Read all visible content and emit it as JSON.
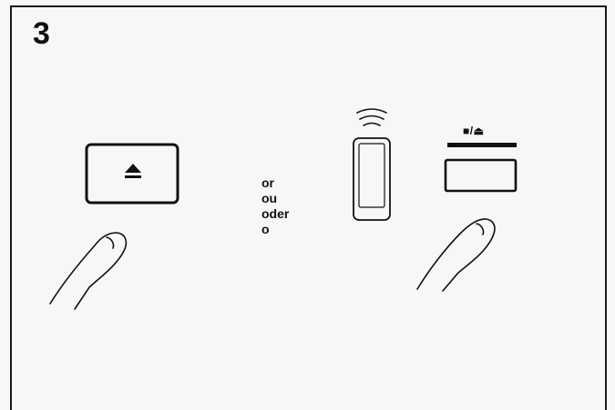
{
  "step_number": "3",
  "alternatives": [
    "or",
    "ou",
    "oder",
    "o"
  ],
  "stop_eject_label": "■/⏏",
  "eject_button_label": "⏏",
  "colors": {
    "ink": "#111111",
    "background": "#f7f7f5"
  }
}
